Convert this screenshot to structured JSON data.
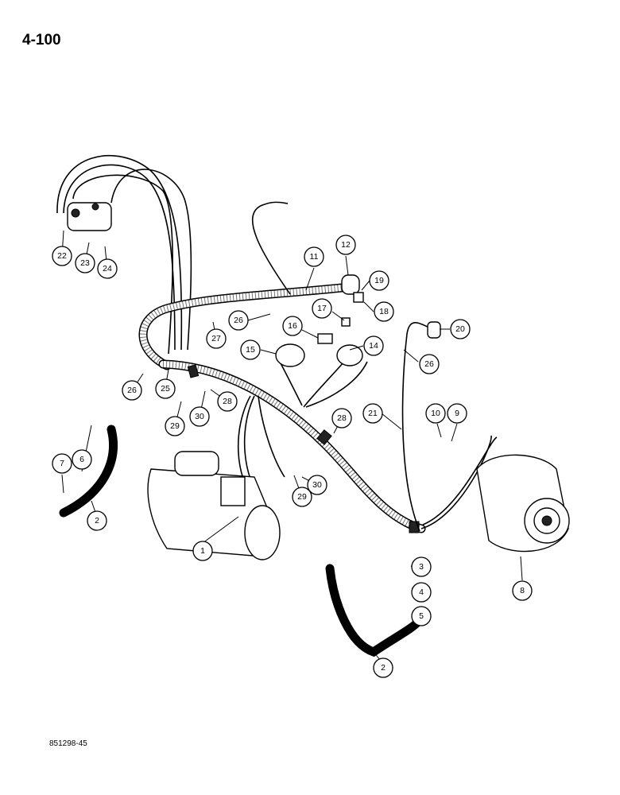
{
  "page_number": "4-100",
  "figure_code": "851298-45",
  "callouts": [
    "1",
    "2",
    "2",
    "3",
    "4",
    "5",
    "6",
    "7",
    "8",
    "9",
    "10",
    "11",
    "12",
    "14",
    "15",
    "16",
    "17",
    "18",
    "19",
    "20",
    "21",
    "22",
    "23",
    "24",
    "25",
    "26",
    "26",
    "26",
    "27",
    "28",
    "28",
    "29",
    "29",
    "30",
    "30"
  ]
}
